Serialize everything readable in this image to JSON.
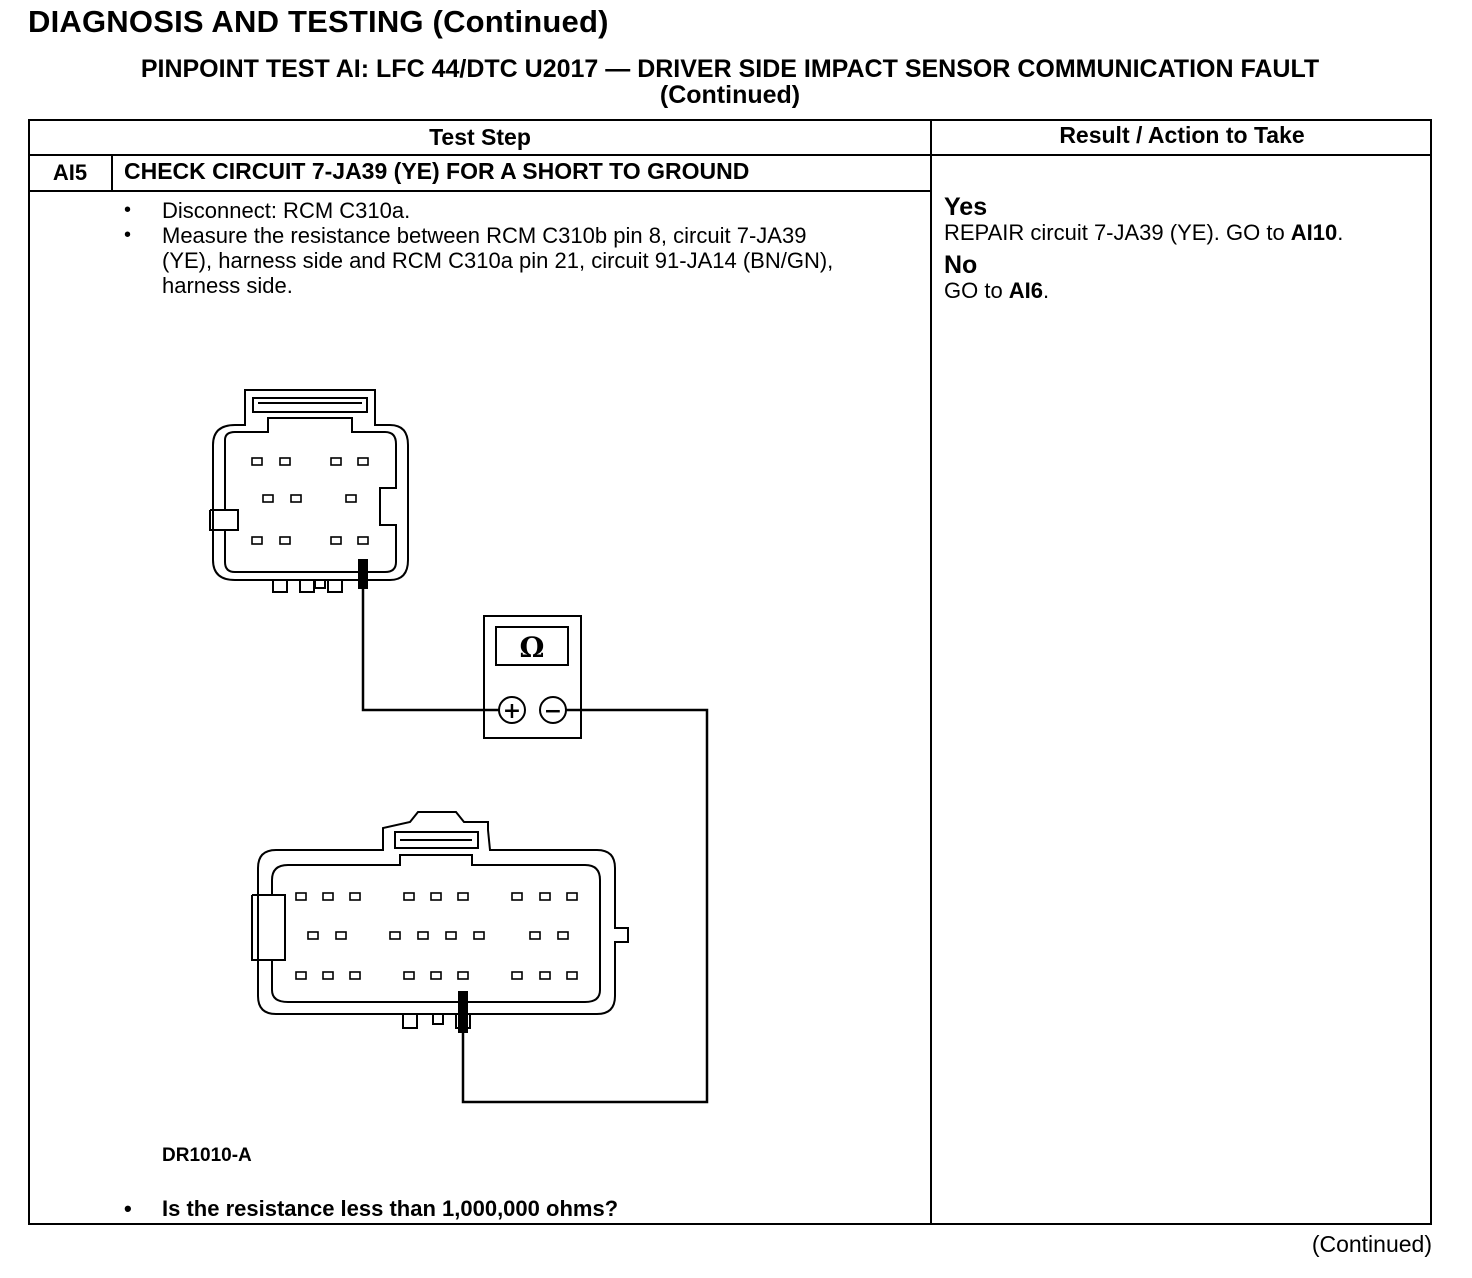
{
  "page": {
    "heading": "DIAGNOSIS AND TESTING (Continued)",
    "test_title_line1": "PINPOINT TEST AI: LFC 44/DTC U2017 — DRIVER SIDE IMPACT SENSOR COMMUNICATION FAULT",
    "test_title_line2": "(Continued)",
    "footer_continued": "(Continued)"
  },
  "table": {
    "header_test_step": "Test Step",
    "header_result": "Result / Action to Take",
    "step": {
      "id": "AI5",
      "title": "CHECK CIRCUIT 7-JA39 (YE) FOR A SHORT TO GROUND",
      "instructions": [
        "Disconnect: RCM C310a.",
        "Measure the resistance between RCM C310b pin 8, circuit 7-JA39 (YE), harness side and RCM C310a pin 21, circuit 91-JA14 (BN/GN), harness side."
      ],
      "figure_label": "DR1010-A",
      "question": "Is the resistance less than 1,000,000 ohms?"
    },
    "results": {
      "yes_label": "Yes",
      "yes_action_prefix": "REPAIR circuit 7-JA39 (YE). GO to ",
      "yes_action_target": "AI10",
      "yes_action_suffix": ".",
      "no_label": "No",
      "no_action_prefix": "GO to ",
      "no_action_target": "AI6",
      "no_action_suffix": "."
    }
  },
  "diagram": {
    "meter_symbol": "Ω",
    "meter_plus": "+",
    "meter_minus": "−",
    "meter_icon": "ohmmeter-icon"
  }
}
